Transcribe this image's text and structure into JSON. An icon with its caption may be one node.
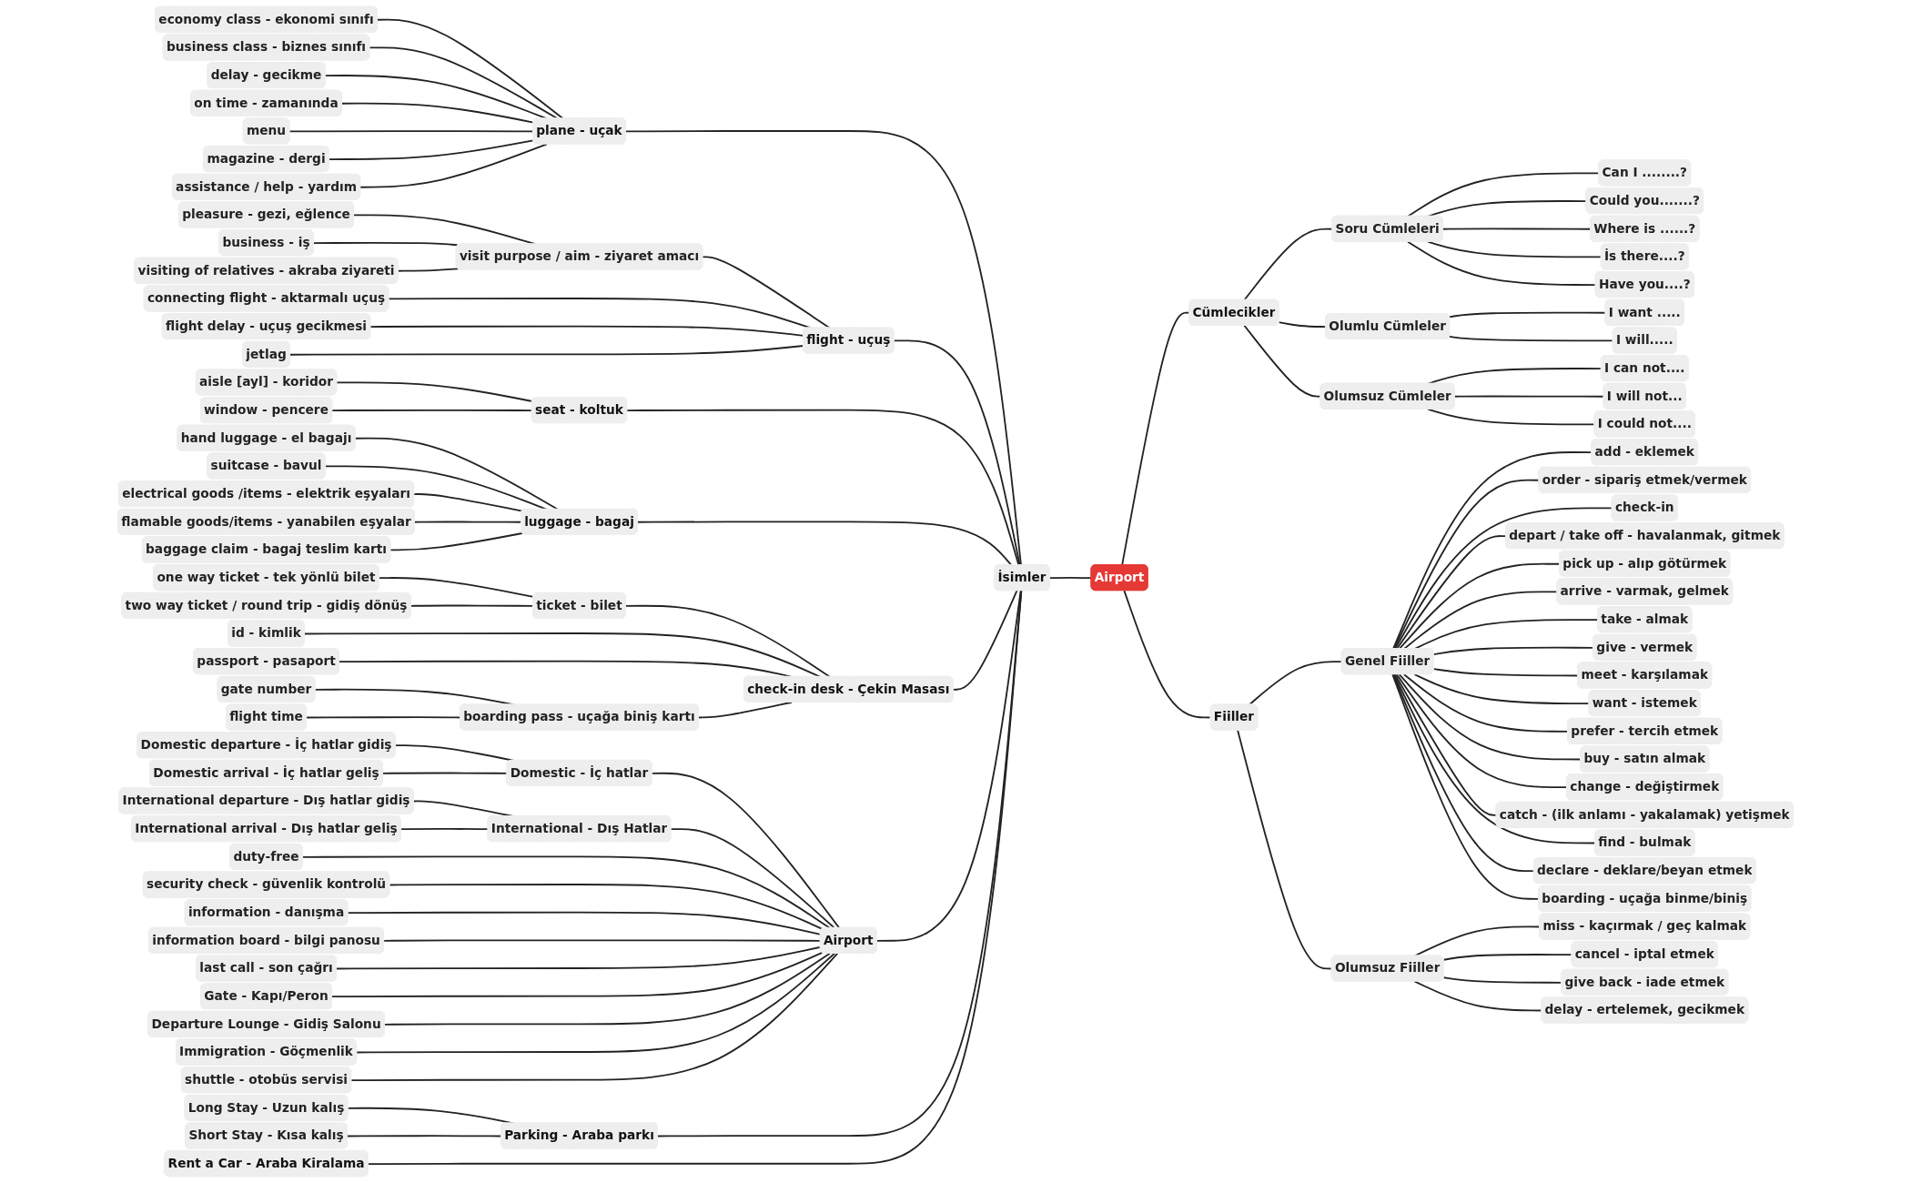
{
  "diagram": {
    "nodes": [
      {
        "text": [
          "Airport"
        ]
      },
      {
        "text": [
          "İsimler"
        ]
      },
      {
        "text": [
          "plane - uçak"
        ]
      },
      {
        "text": [
          "economy class - ekonomi sınıfı"
        ]
      },
      {
        "text": [
          "business class - biznes sınıfı"
        ]
      },
      {
        "text": [
          "delay - gecikme"
        ]
      },
      {
        "text": [
          "on time - zamanında"
        ]
      },
      {
        "text": [
          "menu"
        ]
      },
      {
        "text": [
          "magazine - dergi"
        ]
      },
      {
        "text": [
          "assistance / help - yardım"
        ]
      },
      {
        "text": [
          "flight - uçuş"
        ]
      },
      {
        "text": [
          "visit purpose / aim - ziyaret amacı"
        ]
      },
      {
        "text": [
          "pleasure - gezi, eğlence"
        ]
      },
      {
        "text": [
          "business - iş"
        ]
      },
      {
        "text": [
          "visiting of relatives - akraba ziyareti"
        ]
      },
      {
        "text": [
          "connecting flight - aktarmalı uçuş"
        ]
      },
      {
        "text": [
          "flight delay - uçuş gecikmesi"
        ]
      },
      {
        "text": [
          "jetlag"
        ]
      },
      {
        "text": [
          "seat - koltuk"
        ]
      },
      {
        "text": [
          "aisle [ayl] - koridor"
        ]
      },
      {
        "text": [
          "window - pencere"
        ]
      },
      {
        "text": [
          "luggage - bagaj"
        ]
      },
      {
        "text": [
          "hand luggage - el bagajı"
        ]
      },
      {
        "text": [
          "suitcase - bavul"
        ]
      },
      {
        "text": [
          "electrical goods /items - elektrik eşyaları"
        ]
      },
      {
        "text": [
          "flamable goods/items - yanabilen eşyalar"
        ]
      },
      {
        "text": [
          "baggage claim - bagaj teslim kartı"
        ]
      },
      {
        "text": [
          "check-in desk - Çekin Masası"
        ]
      },
      {
        "text": [
          "ticket - bilet"
        ]
      },
      {
        "text": [
          "one way ticket - tek yönlü bilet"
        ]
      },
      {
        "text": [
          "two way ticket / round trip - gidiş dönüş"
        ]
      },
      {
        "text": [
          "id - kimlik"
        ]
      },
      {
        "text": [
          "passport - pasaport"
        ]
      },
      {
        "text": [
          "boarding pass - uçağa biniş kartı"
        ]
      },
      {
        "text": [
          "gate number"
        ]
      },
      {
        "text": [
          "flight time"
        ]
      },
      {
        "text": [
          "Airport"
        ]
      },
      {
        "text": [
          "Domestic - İç hatlar"
        ]
      },
      {
        "text": [
          "Domestic departure - İç hatlar gidiş"
        ]
      },
      {
        "text": [
          "Domestic arrival - İç hatlar geliş"
        ]
      },
      {
        "text": [
          "International - Dış Hatlar"
        ]
      },
      {
        "text": [
          "International departure - Dış hatlar gidiş"
        ]
      },
      {
        "text": [
          "International arrival - Dış hatlar geliş"
        ]
      },
      {
        "text": [
          "duty-free"
        ]
      },
      {
        "text": [
          "security check - güvenlik kontrolü"
        ]
      },
      {
        "text": [
          "information - danışma"
        ]
      },
      {
        "text": [
          "information board - bilgi panosu"
        ]
      },
      {
        "text": [
          "last call - son çağrı"
        ]
      },
      {
        "text": [
          "Gate - Kapı/Peron"
        ]
      },
      {
        "text": [
          "Departure Lounge - Gidiş Salonu"
        ]
      },
      {
        "text": [
          "Immigration - Göçmenlik"
        ]
      },
      {
        "text": [
          "shuttle - otobüs servisi"
        ]
      },
      {
        "text": [
          "Parking - Araba parkı"
        ]
      },
      {
        "text": [
          "Long Stay - Uzun kalış"
        ]
      },
      {
        "text": [
          "Short Stay - Kısa kalış"
        ]
      },
      {
        "text": [
          "Rent a Car - Araba Kiralama"
        ]
      },
      {
        "text": [
          "Cümlecikler"
        ]
      },
      {
        "text": [
          "Soru Cümleleri"
        ]
      },
      {
        "text": [
          "Can I ........?"
        ]
      },
      {
        "text": [
          "Could you.......?"
        ]
      },
      {
        "text": [
          "Where is ......?"
        ]
      },
      {
        "text": [
          "İs there....?"
        ]
      },
      {
        "text": [
          "Have you....?"
        ]
      },
      {
        "text": [
          "Olumlu Cümleler"
        ]
      },
      {
        "text": [
          "I want ....."
        ]
      },
      {
        "text": [
          "I will....."
        ]
      },
      {
        "text": [
          "Olumsuz Cümleler"
        ]
      },
      {
        "text": [
          "I can not...."
        ]
      },
      {
        "text": [
          "I will not..."
        ]
      },
      {
        "text": [
          "I could not...."
        ]
      },
      {
        "text": [
          "Fiiller"
        ]
      },
      {
        "text": [
          "Genel Fiiller"
        ]
      },
      {
        "text": [
          "add - eklemek"
        ]
      },
      {
        "text": [
          "order - sipariş etmek/vermek"
        ]
      },
      {
        "text": [
          "check-in"
        ]
      },
      {
        "text": [
          "depart / take off - havalanmak, gitmek"
        ]
      },
      {
        "text": [
          "pick up - alıp götürmek"
        ]
      },
      {
        "text": [
          "arrive - varmak, gelmek"
        ]
      },
      {
        "text": [
          "take - almak"
        ]
      },
      {
        "text": [
          "give - vermek"
        ]
      },
      {
        "text": [
          "meet - karşılamak"
        ]
      },
      {
        "text": [
          "want - istemek"
        ]
      },
      {
        "text": [
          "prefer - tercih etmek"
        ]
      },
      {
        "text": [
          "buy - satın almak"
        ]
      },
      {
        "text": [
          "change - değiştirmek"
        ]
      },
      {
        "text": [
          "catch - (ilk anlamı - yakalamak) yetişmek"
        ]
      },
      {
        "text": [
          "find - bulmak"
        ]
      },
      {
        "text": [
          "declare - deklare/beyan etmek"
        ]
      },
      {
        "text": [
          "boarding - uçağa binme/biniş"
        ]
      },
      {
        "text": [
          "Olumsuz Fiiller"
        ]
      },
      {
        "text": [
          "miss - kaçırmak / geç kalmak"
        ]
      },
      {
        "text": [
          "cancel - iptal etmek"
        ]
      },
      {
        "text": [
          "give back - iade etmek"
        ]
      },
      {
        "text": [
          "delay - ertelemek, gecikmek"
        ]
      }
    ],
    "edges": [
      {
        "from": 0,
        "to": 1,
        "arrow": "none"
      },
      {
        "from": 1,
        "to": 2,
        "arrow": "none"
      },
      {
        "from": 2,
        "to": 3,
        "arrow": "none"
      },
      {
        "from": 2,
        "to": 4,
        "arrow": "none"
      },
      {
        "from": 2,
        "to": 5,
        "arrow": "none"
      },
      {
        "from": 2,
        "to": 6,
        "arrow": "none"
      },
      {
        "from": 2,
        "to": 7,
        "arrow": "none"
      },
      {
        "from": 2,
        "to": 8,
        "arrow": "none"
      },
      {
        "from": 2,
        "to": 9,
        "arrow": "none"
      },
      {
        "from": 1,
        "to": 10,
        "arrow": "none"
      },
      {
        "from": 10,
        "to": 11,
        "arrow": "none"
      },
      {
        "from": 11,
        "to": 12,
        "arrow": "none"
      },
      {
        "from": 11,
        "to": 13,
        "arrow": "none"
      },
      {
        "from": 11,
        "to": 14,
        "arrow": "none"
      },
      {
        "from": 10,
        "to": 15,
        "arrow": "none"
      },
      {
        "from": 10,
        "to": 16,
        "arrow": "none"
      },
      {
        "from": 10,
        "to": 17,
        "arrow": "none"
      },
      {
        "from": 1,
        "to": 18,
        "arrow": "none"
      },
      {
        "from": 18,
        "to": 19,
        "arrow": "none"
      },
      {
        "from": 18,
        "to": 20,
        "arrow": "none"
      },
      {
        "from": 1,
        "to": 21,
        "arrow": "none"
      },
      {
        "from": 21,
        "to": 22,
        "arrow": "none"
      },
      {
        "from": 21,
        "to": 23,
        "arrow": "none"
      },
      {
        "from": 21,
        "to": 24,
        "arrow": "none"
      },
      {
        "from": 21,
        "to": 25,
        "arrow": "none"
      },
      {
        "from": 21,
        "to": 26,
        "arrow": "none"
      },
      {
        "from": 1,
        "to": 27,
        "arrow": "none"
      },
      {
        "from": 27,
        "to": 28,
        "arrow": "none"
      },
      {
        "from": 28,
        "to": 29,
        "arrow": "none"
      },
      {
        "from": 28,
        "to": 30,
        "arrow": "none"
      },
      {
        "from": 27,
        "to": 31,
        "arrow": "none"
      },
      {
        "from": 27,
        "to": 32,
        "arrow": "none"
      },
      {
        "from": 27,
        "to": 33,
        "arrow": "none"
      },
      {
        "from": 33,
        "to": 34,
        "arrow": "none"
      },
      {
        "from": 33,
        "to": 35,
        "arrow": "none"
      },
      {
        "from": 1,
        "to": 36,
        "arrow": "none"
      },
      {
        "from": 36,
        "to": 37,
        "arrow": "none"
      },
      {
        "from": 37,
        "to": 38,
        "arrow": "none"
      },
      {
        "from": 37,
        "to": 39,
        "arrow": "none"
      },
      {
        "from": 36,
        "to": 40,
        "arrow": "none"
      },
      {
        "from": 40,
        "to": 41,
        "arrow": "none"
      },
      {
        "from": 40,
        "to": 42,
        "arrow": "none"
      },
      {
        "from": 36,
        "to": 43,
        "arrow": "none"
      },
      {
        "from": 36,
        "to": 44,
        "arrow": "none"
      },
      {
        "from": 36,
        "to": 45,
        "arrow": "none"
      },
      {
        "from": 36,
        "to": 46,
        "arrow": "none"
      },
      {
        "from": 36,
        "to": 47,
        "arrow": "none"
      },
      {
        "from": 36,
        "to": 48,
        "arrow": "none"
      },
      {
        "from": 36,
        "to": 49,
        "arrow": "none"
      },
      {
        "from": 36,
        "to": 50,
        "arrow": "none"
      },
      {
        "from": 36,
        "to": 51,
        "arrow": "none"
      },
      {
        "from": 1,
        "to": 52,
        "arrow": "none"
      },
      {
        "from": 52,
        "to": 53,
        "arrow": "none"
      },
      {
        "from": 52,
        "to": 54,
        "arrow": "none"
      },
      {
        "from": 1,
        "to": 55,
        "arrow": "none"
      },
      {
        "from": 0,
        "to": 56,
        "arrow": "none"
      },
      {
        "from": 56,
        "to": 57,
        "arrow": "none"
      },
      {
        "from": 57,
        "to": 58,
        "arrow": "none"
      },
      {
        "from": 57,
        "to": 59,
        "arrow": "none"
      },
      {
        "from": 57,
        "to": 60,
        "arrow": "none"
      },
      {
        "from": 57,
        "to": 61,
        "arrow": "none"
      },
      {
        "from": 57,
        "to": 62,
        "arrow": "none"
      },
      {
        "from": 56,
        "to": 63,
        "arrow": "none"
      },
      {
        "from": 63,
        "to": 64,
        "arrow": "none"
      },
      {
        "from": 63,
        "to": 65,
        "arrow": "none"
      },
      {
        "from": 56,
        "to": 66,
        "arrow": "none"
      },
      {
        "from": 66,
        "to": 67,
        "arrow": "none"
      },
      {
        "from": 66,
        "to": 68,
        "arrow": "none"
      },
      {
        "from": 66,
        "to": 69,
        "arrow": "none"
      },
      {
        "from": 0,
        "to": 70,
        "arrow": "none"
      },
      {
        "from": 70,
        "to": 71,
        "arrow": "none"
      },
      {
        "from": 71,
        "to": 72,
        "arrow": "none"
      },
      {
        "from": 71,
        "to": 73,
        "arrow": "none"
      },
      {
        "from": 71,
        "to": 74,
        "arrow": "none"
      },
      {
        "from": 71,
        "to": 75,
        "arrow": "none"
      },
      {
        "from": 71,
        "to": 76,
        "arrow": "none"
      },
      {
        "from": 71,
        "to": 77,
        "arrow": "none"
      },
      {
        "from": 71,
        "to": 78,
        "arrow": "none"
      },
      {
        "from": 71,
        "to": 79,
        "arrow": "none"
      },
      {
        "from": 71,
        "to": 80,
        "arrow": "none"
      },
      {
        "from": 71,
        "to": 81,
        "arrow": "none"
      },
      {
        "from": 71,
        "to": 82,
        "arrow": "none"
      },
      {
        "from": 71,
        "to": 83,
        "arrow": "none"
      },
      {
        "from": 71,
        "to": 84,
        "arrow": "none"
      },
      {
        "from": 71,
        "to": 85,
        "arrow": "none"
      },
      {
        "from": 71,
        "to": 86,
        "arrow": "none"
      },
      {
        "from": 71,
        "to": 87,
        "arrow": "none"
      },
      {
        "from": 71,
        "to": 88,
        "arrow": "none"
      },
      {
        "from": 70,
        "to": 89,
        "arrow": "none"
      },
      {
        "from": 89,
        "to": 90,
        "arrow": "none"
      },
      {
        "from": 89,
        "to": 91,
        "arrow": "none"
      },
      {
        "from": 89,
        "to": 92,
        "arrow": "none"
      },
      {
        "from": 89,
        "to": 93,
        "arrow": "none"
      }
    ]
  }
}
